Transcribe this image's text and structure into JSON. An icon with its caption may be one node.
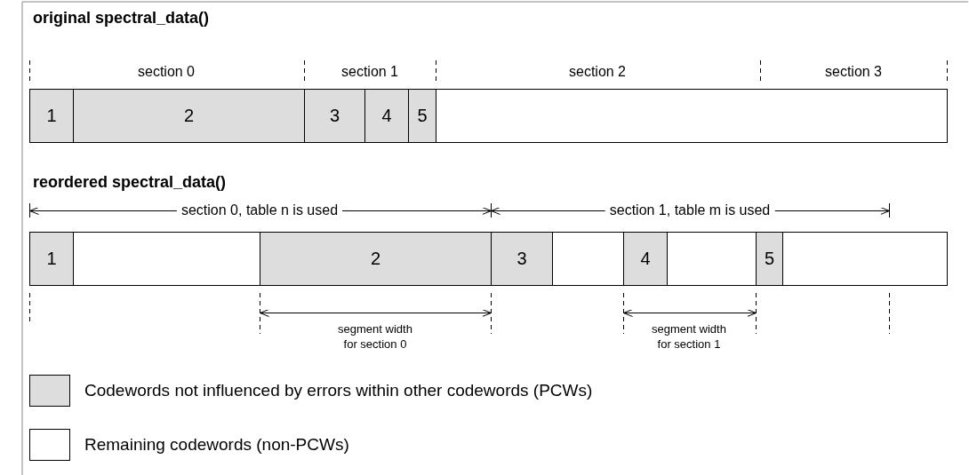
{
  "diagram": {
    "nodes": [
      {
        "text": [
          "1"
        ]
      },
      {
        "text": [
          "2"
        ]
      },
      {
        "text": [
          "3"
        ]
      },
      {
        "text": [
          "4"
        ]
      },
      {
        "text": [
          "5"
        ]
      },
      {
        "text": [],
        "shape": "box"
      },
      {
        "text": [
          "1"
        ]
      },
      {
        "text": [],
        "shape": "box"
      },
      {
        "text": [
          "2"
        ]
      },
      {
        "text": [
          "3"
        ]
      },
      {
        "text": [],
        "shape": "box"
      },
      {
        "text": [
          "4"
        ]
      },
      {
        "text": [],
        "shape": "box"
      },
      {
        "text": [
          "5"
        ]
      },
      {
        "text": [],
        "shape": "box"
      }
    ],
    "edges": [],
    "labels": [
      "original spectral_data()",
      "section 0",
      "section 1",
      "section 2",
      "section 3",
      "reordered spectral_data()",
      "section 0, table n is used",
      "section 1, table m is used",
      "segment width for section 0",
      "segment width for section 1"
    ],
    "legend": [
      {
        "text": "Codewords not influenced by errors within other codewords (PCWs)",
        "color": "#dddddd"
      },
      {
        "text": "Remaining codewords (non-PCWs)",
        "color": "#ffffff"
      }
    ]
  }
}
